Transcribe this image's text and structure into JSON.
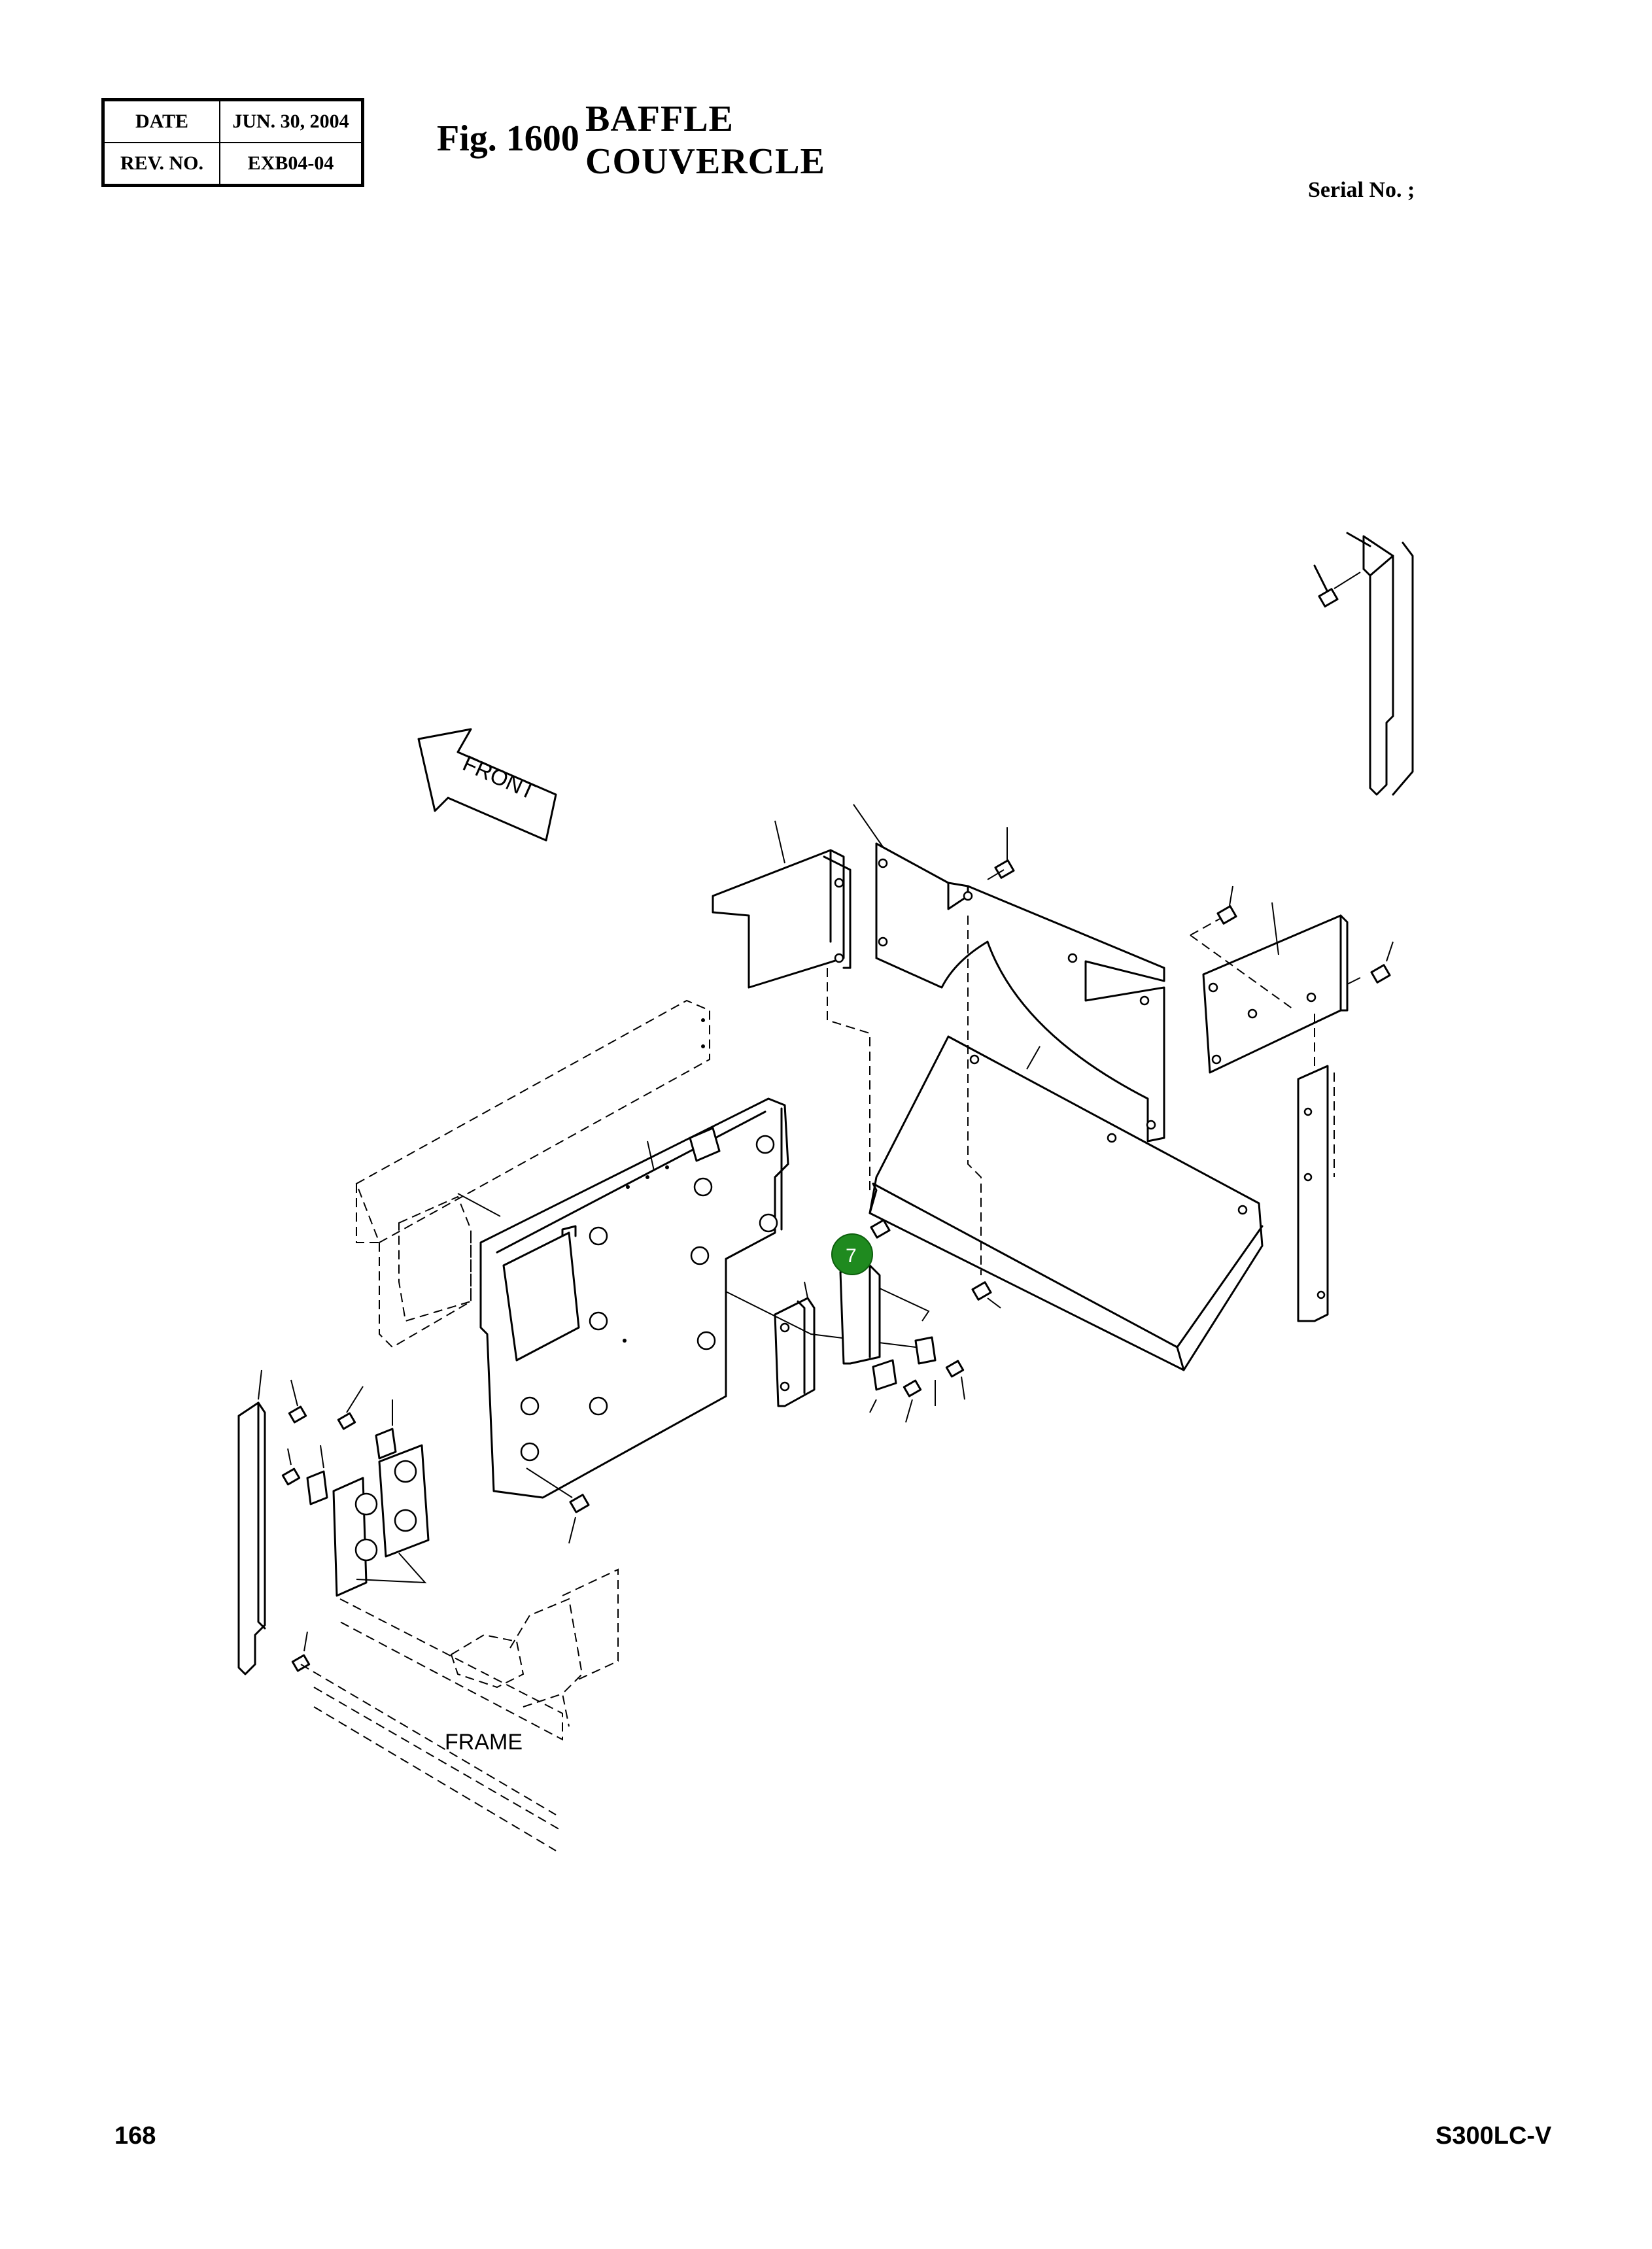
{
  "header": {
    "date_label": "DATE",
    "date_value": "JUN. 30, 2004",
    "rev_label": "REV. NO.",
    "rev_value": "EXB04-04",
    "fig_label": "Fig. 1600",
    "title_en": "BAFFLE",
    "title_fr": "COUVERCLE",
    "serial_label": "Serial No. ;"
  },
  "diagram": {
    "front_label": "FRONT",
    "frame_label": "FRAME",
    "callout_number": "7",
    "callout_color": "#1f8a1f"
  },
  "footer": {
    "page_number": "168",
    "model": "S300LC-V"
  }
}
